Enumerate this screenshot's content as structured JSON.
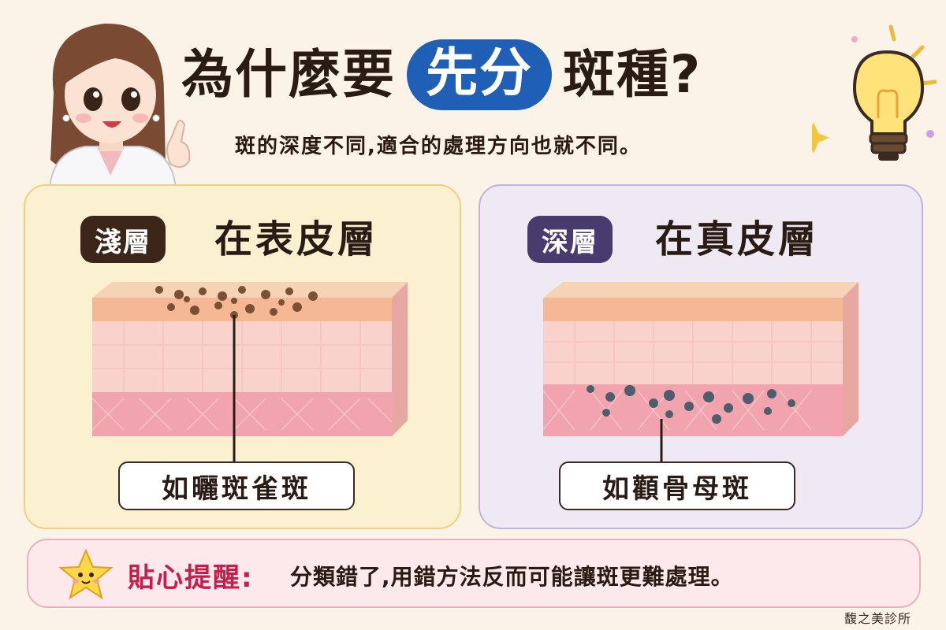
{
  "header": {
    "title_prefix": "為什麼要",
    "title_highlight": "先分",
    "title_suffix": "斑種?",
    "subtitle": "斑的深度不同,適合的處理方向也就不同。"
  },
  "panels": {
    "shallow": {
      "tag": "淺層",
      "heading": "在表皮層",
      "example": "如曬斑雀斑"
    },
    "deep": {
      "tag": "深層",
      "heading": "在真皮層",
      "example": "如顴骨母斑"
    }
  },
  "tip": {
    "label": "貼心提醒:",
    "text": "分類錯了,用錯方法反而可能讓斑更難處理。"
  },
  "footer": {
    "clinic": "馥之美診所"
  },
  "colors": {
    "title_highlight_bg": "#1f5fb5",
    "shallow_panel_bg": "#fbf0cf",
    "deep_panel_bg": "#eee9f3",
    "tip_bg": "#fde9ec",
    "tip_label": "#c81d4a",
    "shallow_tag_bg": "#3c2619",
    "deep_tag_bg": "#4a3b6e"
  },
  "icons": [
    "doctor-illustration",
    "lightbulb-icon",
    "sparkle-icon",
    "star-mascot-icon",
    "skin-layer-diagram"
  ]
}
